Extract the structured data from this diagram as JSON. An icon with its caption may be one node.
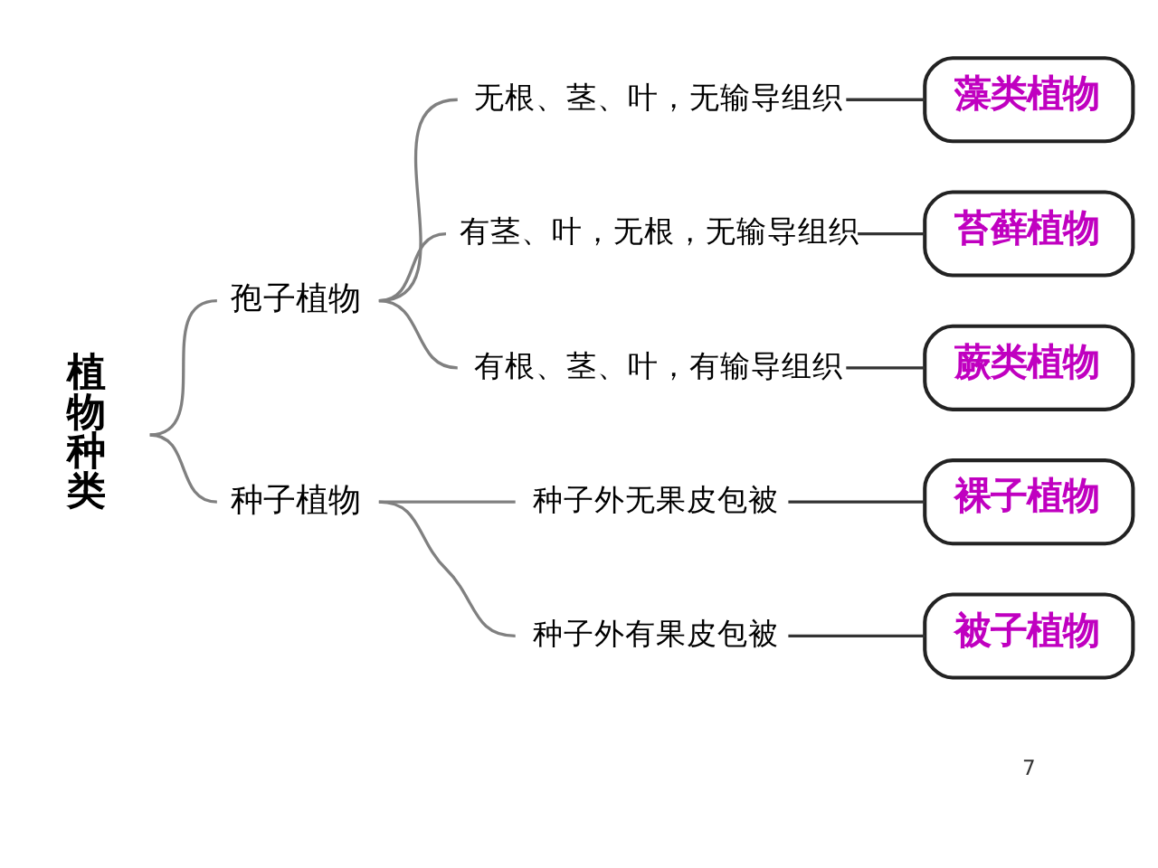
{
  "diagram": {
    "nodes": [
      {
        "text": [
          "植物种类"
        ]
      },
      {
        "text": [
          "孢子植物"
        ]
      },
      {
        "text": [
          "种子植物"
        ]
      },
      {
        "text": [
          "无根、茎、叶，无输导组织"
        ]
      },
      {
        "text": [
          "藻类植物"
        ]
      },
      {
        "text": [
          "有茎、叶，无根，无输导组织"
        ]
      },
      {
        "text": [
          "苔藓植物"
        ]
      },
      {
        "text": [
          "有根、茎、叶，有输导组织"
        ]
      },
      {
        "text": [
          "蕨类植物"
        ]
      },
      {
        "text": [
          "种子外无果皮包被"
        ]
      },
      {
        "text": [
          "裸子植物"
        ]
      },
      {
        "text": [
          "种子外有果皮包被"
        ]
      },
      {
        "text": [
          "被子植物"
        ]
      }
    ],
    "edges": [
      {
        "from": 0,
        "to": 1,
        "arrow": "none"
      },
      {
        "from": 0,
        "to": 2,
        "arrow": "none"
      },
      {
        "from": 1,
        "to": 3,
        "arrow": "none"
      },
      {
        "from": 1,
        "to": 5,
        "arrow": "none"
      },
      {
        "from": 1,
        "to": 7,
        "arrow": "none"
      },
      {
        "from": 3,
        "to": 4,
        "arrow": "none",
        "color": "#333333"
      },
      {
        "from": 5,
        "to": 6,
        "arrow": "none",
        "color": "#333333"
      },
      {
        "from": 7,
        "to": 8,
        "arrow": "none",
        "color": "#333333"
      },
      {
        "from": 2,
        "to": 9,
        "arrow": "none"
      },
      {
        "from": 2,
        "to": 11,
        "arrow": "none"
      },
      {
        "from": 9,
        "to": 10,
        "arrow": "none",
        "color": "#333333"
      },
      {
        "from": 11,
        "to": 12,
        "arrow": "none",
        "color": "#333333"
      }
    ],
    "labels": [
      "7"
    ]
  }
}
